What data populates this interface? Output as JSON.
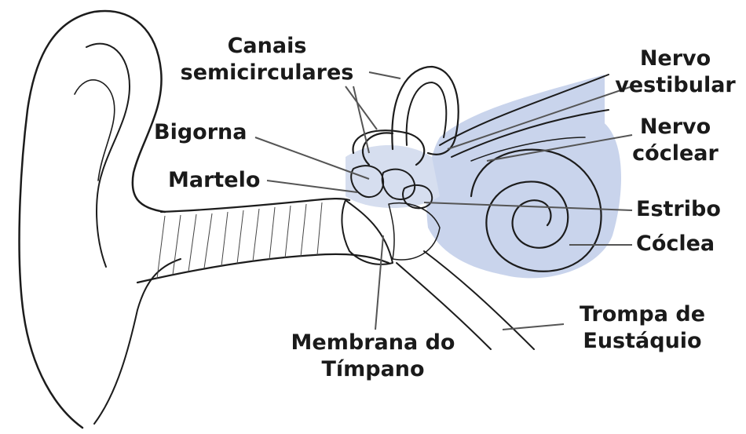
{
  "labels": {
    "canais": [
      "Canais",
      "semicirculares"
    ],
    "nervo_vestibular": [
      "Nervo",
      "vestibular"
    ],
    "bigorna": "Bigorna",
    "nervo_coclear": [
      "Nervo",
      "cóclear"
    ],
    "martelo": "Martelo",
    "estribo": "Estribo",
    "coclea": "Cóclea",
    "trompa": [
      "Trompa de",
      "Eustáquio"
    ],
    "membrana": [
      "Membrana do",
      "Tímpano"
    ]
  },
  "colors": {
    "inner_ear_fill": "#c9d4ec",
    "outline": "#1c1c1c",
    "leader": "#555555"
  }
}
